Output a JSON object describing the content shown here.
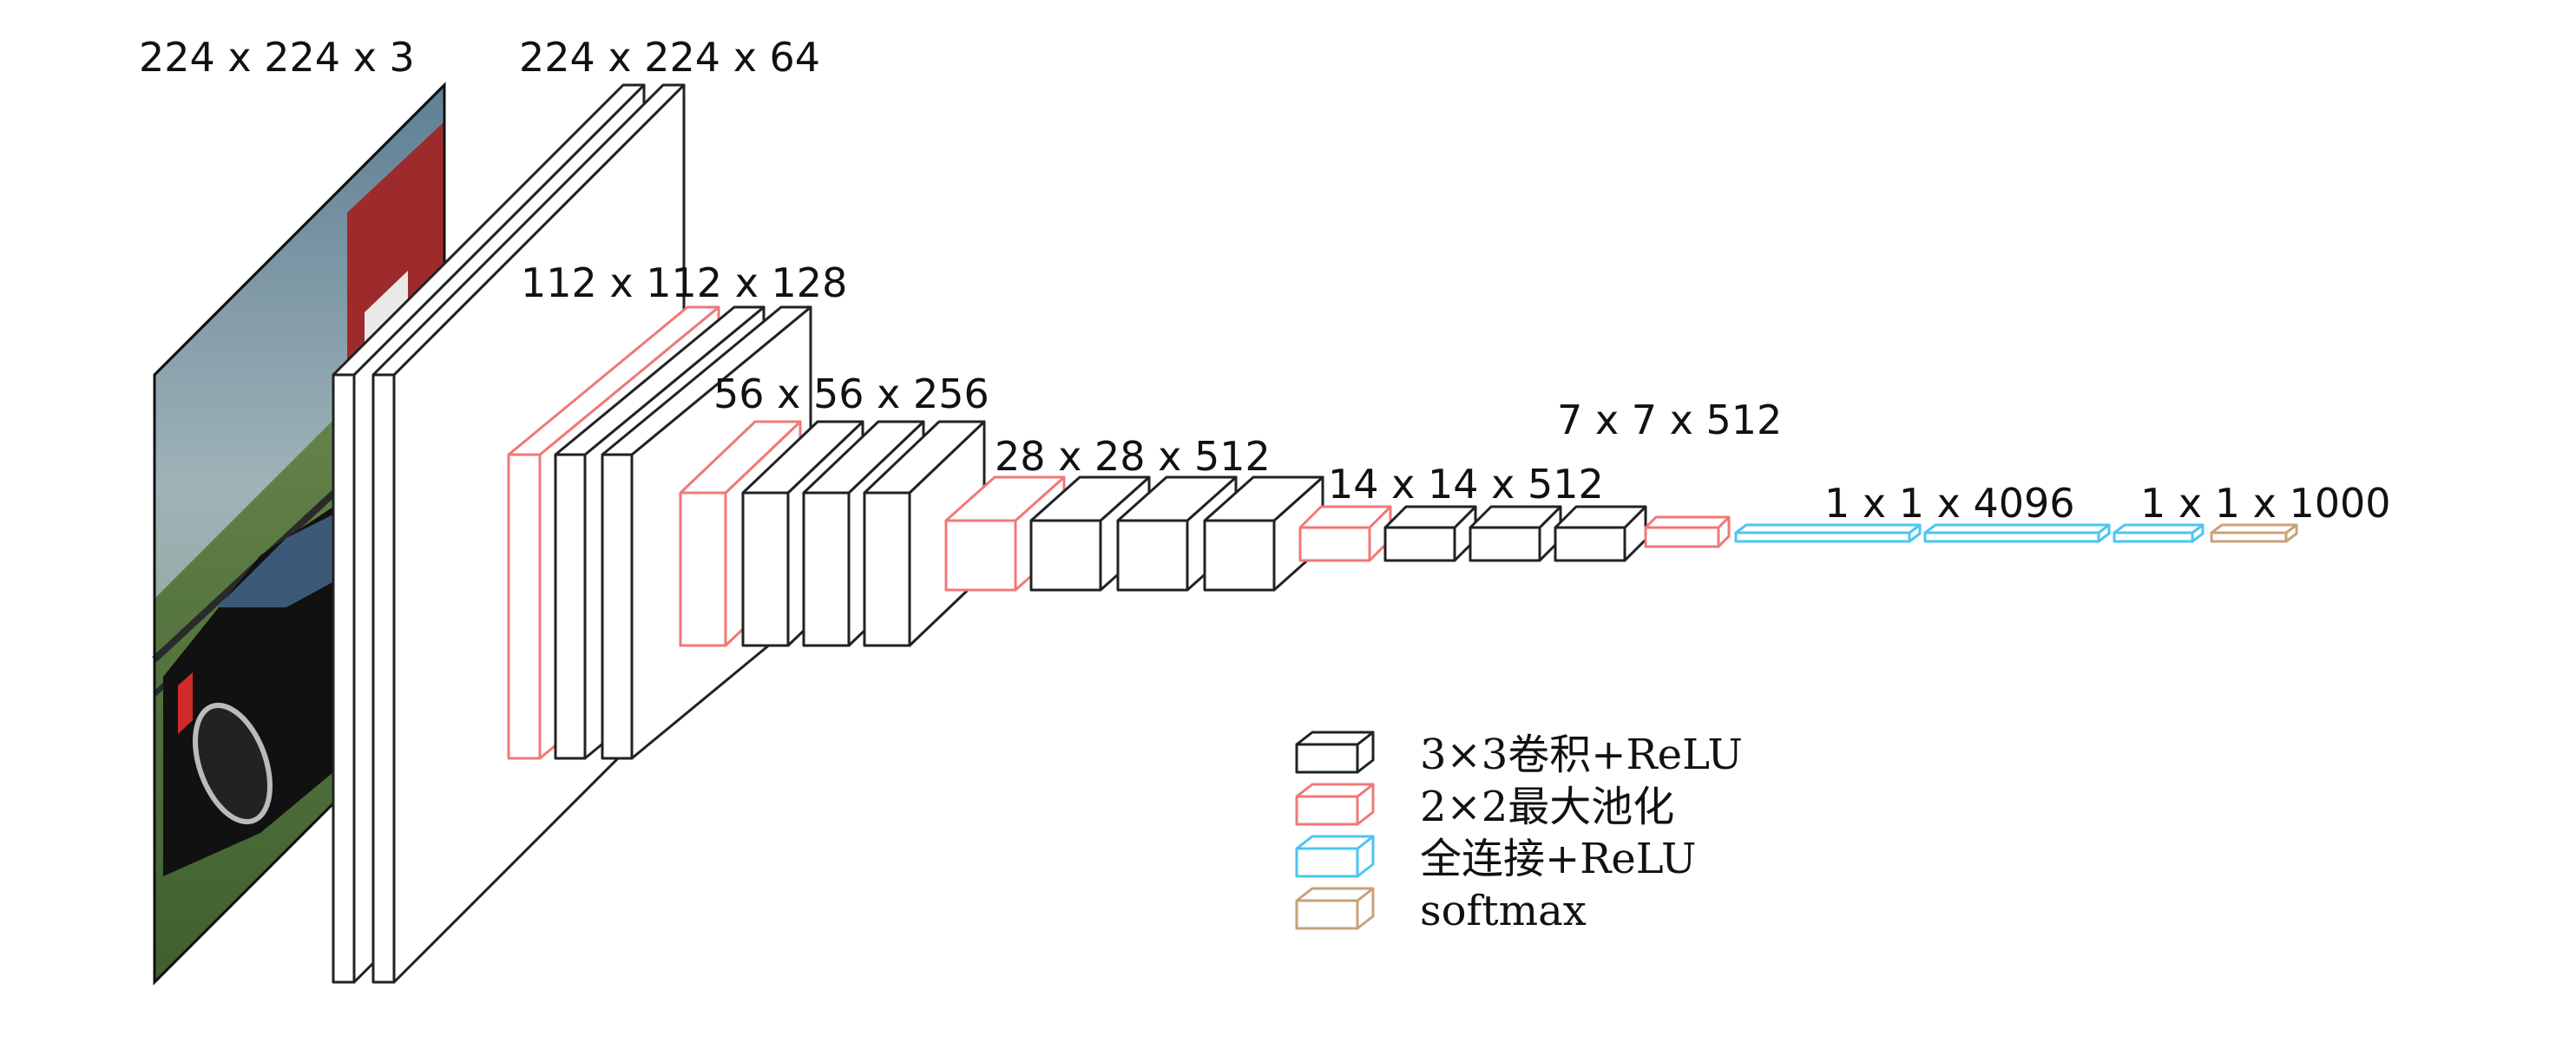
{
  "input_image": {
    "description_icon": "car-photo-icon",
    "dims": "224 x 224 x 3"
  },
  "layer_labels": {
    "conv1": "224 x 224 x 64",
    "conv2": "112 x 112 x 128",
    "conv3": "56 x 56 x 256",
    "conv4": "28 x 28 x 512",
    "conv5": "14 x 14 x 512",
    "pool5": "7 x 7 x 512",
    "fc": "1 x 1 x 4096",
    "softmax": "1 x 1 x 1000"
  },
  "legend": {
    "conv": "3×3卷积+ReLU",
    "pool": "2×2最大池化",
    "fc": "全连接+ReLU",
    "softmax": "softmax"
  },
  "colors": {
    "conv": "#222222",
    "pool": "#f07878",
    "fc": "#4cc6f0",
    "softmax": "#c8a27a"
  }
}
